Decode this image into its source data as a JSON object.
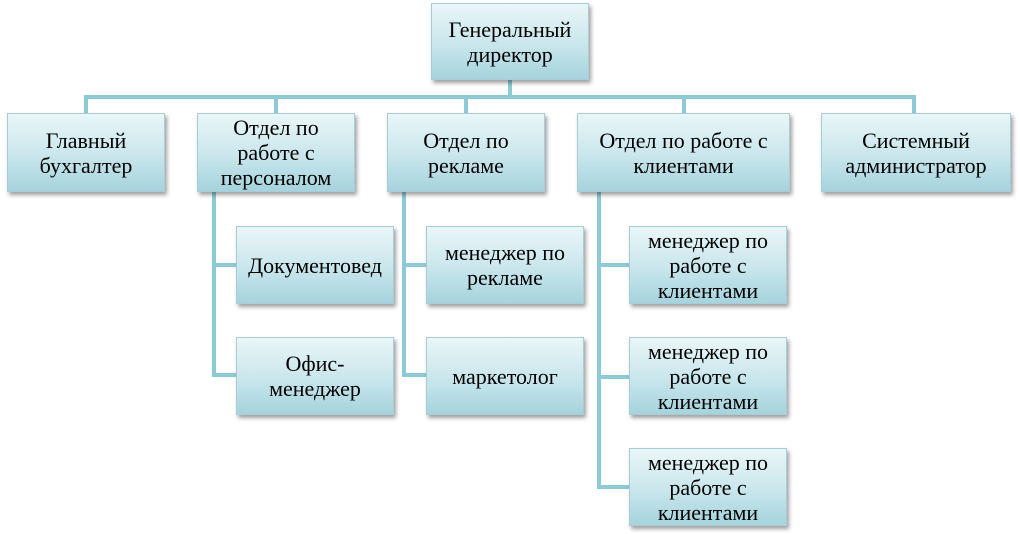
{
  "diagram": {
    "title": "",
    "nodes": {
      "ceo": "Генеральный\nдиректор",
      "chief_accountant": "Главный\nбухгалтер",
      "hr_dept": "Отдел по\nработе с\nперсоналом",
      "ad_dept": "Отдел по\nрекламе",
      "client_dept": "Отдел по работе с\nклиентами",
      "sysadmin": "Системный\nадминистратор",
      "doc_specialist": "Документовед",
      "office_manager": "Офис-\nменеджер",
      "ad_manager": "менеджер по\nрекламе",
      "marketer": "маркетолог",
      "client_manager_1": "менеджер по\nработе с\nклиентами",
      "client_manager_2": "менеджер по\nработе с\nклиентами",
      "client_manager_3": "менеджер по\nработе с\nклиентами"
    },
    "edges": [
      [
        "ceo",
        "chief_accountant"
      ],
      [
        "ceo",
        "hr_dept"
      ],
      [
        "ceo",
        "ad_dept"
      ],
      [
        "ceo",
        "client_dept"
      ],
      [
        "ceo",
        "sysadmin"
      ],
      [
        "hr_dept",
        "doc_specialist"
      ],
      [
        "hr_dept",
        "office_manager"
      ],
      [
        "ad_dept",
        "ad_manager"
      ],
      [
        "ad_dept",
        "marketer"
      ],
      [
        "client_dept",
        "client_manager_1"
      ],
      [
        "client_dept",
        "client_manager_2"
      ],
      [
        "client_dept",
        "client_manager_3"
      ]
    ],
    "colors": {
      "connector": "#8ccad6",
      "box_top": "#eaf6f8",
      "box_bottom": "#a6d3dd"
    }
  }
}
